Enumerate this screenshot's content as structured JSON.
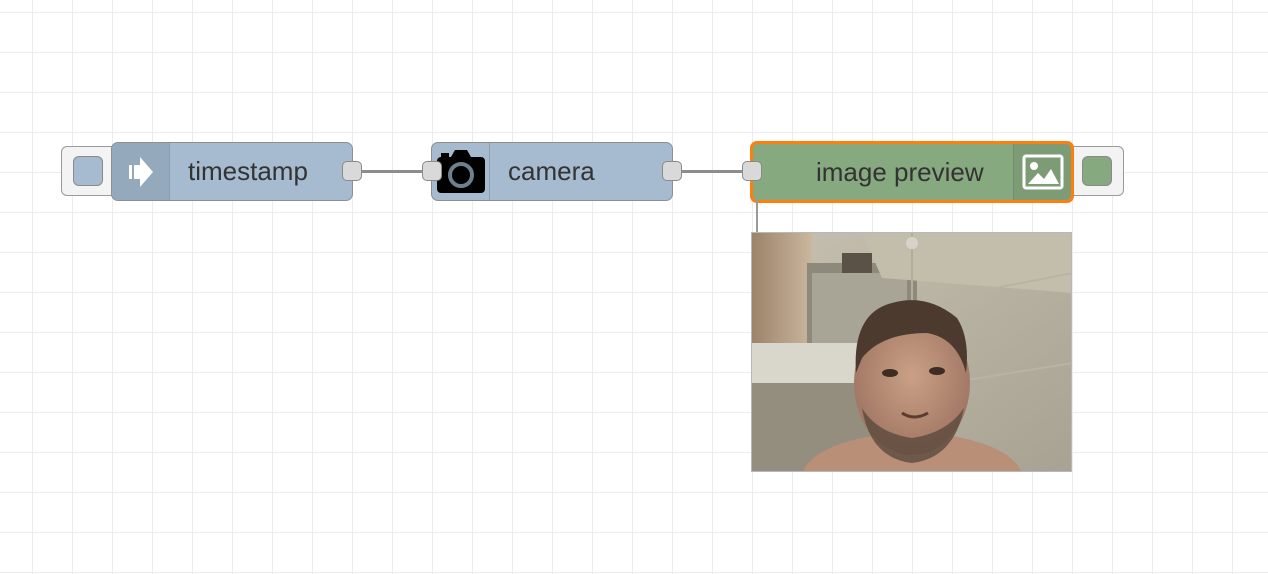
{
  "flow": {
    "nodes": [
      {
        "id": "inject",
        "label": "timestamp",
        "type": "inject",
        "icon": "arrow-in-icon",
        "color": "#a6bbcf"
      },
      {
        "id": "camera",
        "label": "camera",
        "type": "camera",
        "icon": "camera-icon",
        "color": "#a6bbcf"
      },
      {
        "id": "preview",
        "label": "image preview",
        "type": "image-preview",
        "icon": "image-icon",
        "color": "#87a980",
        "selected": true,
        "selected_color": "#ff7f0e"
      }
    ],
    "wires": [
      {
        "from": "timestamp",
        "to": "camera"
      },
      {
        "from": "camera",
        "to": "image preview"
      }
    ]
  },
  "preview": {
    "content": "webcam-photo"
  }
}
